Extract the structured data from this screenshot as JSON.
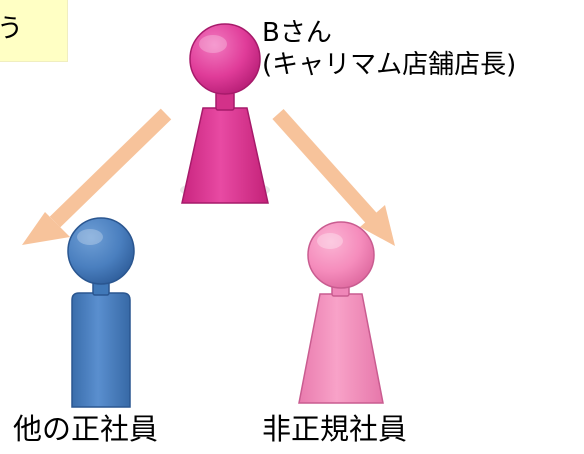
{
  "callout": "行う",
  "top_person": {
    "name": "Bさん",
    "role": "(キャリマム店舗店長)",
    "color": "#e03c99"
  },
  "left_person": {
    "label": "他の正社員",
    "color": "#4a7fbf"
  },
  "right_person": {
    "label": "非正規社員",
    "color": "#f58cbc"
  },
  "arrow_color": "#f7c39b",
  "callout_color": "#ffffc4"
}
